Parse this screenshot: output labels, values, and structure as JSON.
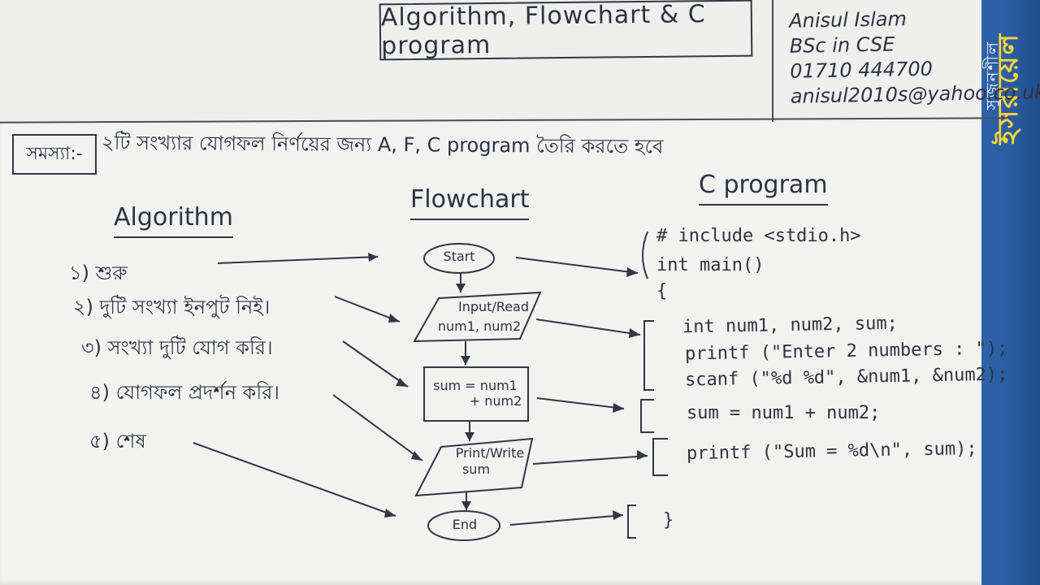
{
  "header": {
    "title": "Algorithm, Flowchart & C program",
    "author_lines": [
      "Anisul Islam",
      "BSc in CSE",
      "01710 444700",
      "anisul2010s@yahoo.co.uk"
    ]
  },
  "problem": {
    "label": "সমস্যা:-",
    "text": "২টি সংখ্যার যোগফল নির্ণয়ের জন্য A, F, C program তৈরি করতে হবে"
  },
  "algorithm": {
    "heading": "Algorithm",
    "steps": [
      "১) শুরু",
      "২) দুটি সংখ্যা ইনপুট নিই।",
      "৩) সংখ্যা দুটি যোগ করি।",
      "৪) যোগফল প্রদর্শন করি।",
      "৫) শেষ"
    ]
  },
  "flowchart": {
    "heading": "Flowchart",
    "nodes": {
      "start": "Start",
      "input_line1": "Input/Read",
      "input_line2": "num1, num2",
      "process_line1": "sum = num1",
      "process_line2": "+ num2",
      "output_line1": "Print/Write",
      "output_line2": "sum",
      "end": "End"
    }
  },
  "c_program": {
    "heading": "C program",
    "lines": [
      "# include <stdio.h>",
      "int main()",
      "{",
      "int num1, num2, sum;",
      "printf (\"Enter 2 numbers : \");",
      "scanf (\"%d %d\", &num1, &num2);",
      "sum = num1 + num2;",
      "printf (\"Sum = %d\\n\", sum);",
      "}"
    ]
  },
  "side_strip": {
    "big_text": "ইসরায়েল",
    "small_text": "সুজনশীল"
  }
}
